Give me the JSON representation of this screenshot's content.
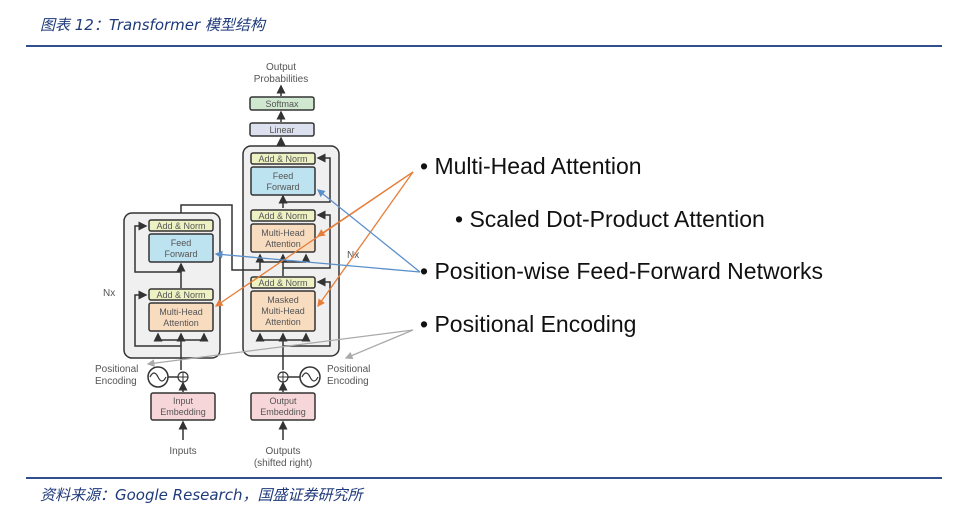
{
  "caption": "图表 12：Transformer 模型结构",
  "source": "资料来源：Google Research，国盛证券研究所",
  "diagram": {
    "top_label": [
      "Output",
      "Probabilities"
    ],
    "softmax": "Softmax",
    "linear": "Linear",
    "add_norm": "Add & Norm",
    "feed_forward": [
      "Feed",
      "Forward"
    ],
    "multi_head": [
      "Multi-Head",
      "Attention"
    ],
    "masked_multi_head": [
      "Masked",
      "Multi-Head",
      "Attention"
    ],
    "nx_left": "Nx",
    "nx_right": "Nx",
    "pos_enc_left": [
      "Positional",
      "Encoding"
    ],
    "pos_enc_right": [
      "Positional",
      "Encoding"
    ],
    "input_embedding": [
      "Input",
      "Embedding"
    ],
    "output_embedding": [
      "Output",
      "Embedding"
    ],
    "inputs": "Inputs",
    "outputs": [
      "Outputs",
      "(shifted right)"
    ]
  },
  "bullets": [
    {
      "text": "Multi-Head Attention",
      "level": 1,
      "color": "#e67e3a"
    },
    {
      "text": "Scaled Dot-Product Attention",
      "level": 2
    },
    {
      "text": "Position-wise Feed-Forward Networks",
      "level": 1,
      "color": "#5b8fc9"
    },
    {
      "text": "Positional Encoding",
      "level": 1,
      "color": "#aaaaaa"
    }
  ],
  "colors": {
    "title": "#1f3a7a",
    "rule": "#2f4f8f",
    "add_norm_fill": "#eef2c2",
    "feed_forward_fill": "#bde3f0",
    "attention_fill": "#f8dcc0",
    "embedding_fill": "#f6d6d8",
    "softmax_fill": "#cfe8cf",
    "linear_fill": "#dde0ef",
    "stack_fill": "#f0f0f0"
  }
}
